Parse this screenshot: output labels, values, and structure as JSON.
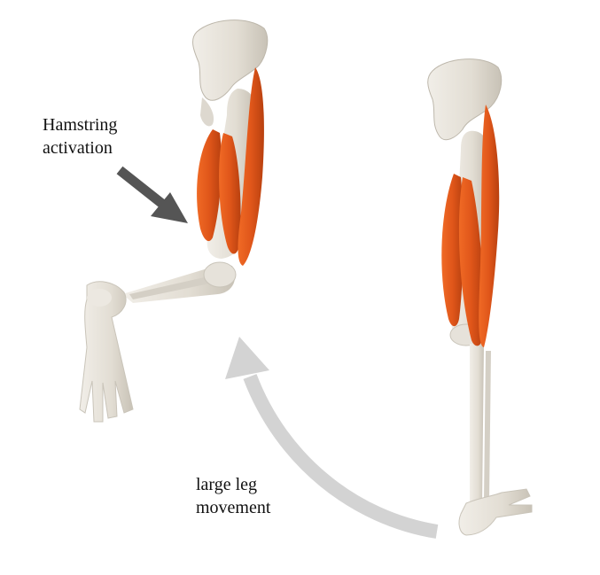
{
  "labels": {
    "hamstring_line1": "Hamstring",
    "hamstring_line2": "activation",
    "movement_line1": "large leg",
    "movement_line2": "movement"
  },
  "colors": {
    "bone": "#e6e2da",
    "bone_shade": "#c9c4b9",
    "muscle": "#e25a1c",
    "muscle_dark": "#b8400f",
    "arrow_dark": "#555555",
    "arrow_light": "#d3d3d3",
    "text": "#111111"
  }
}
